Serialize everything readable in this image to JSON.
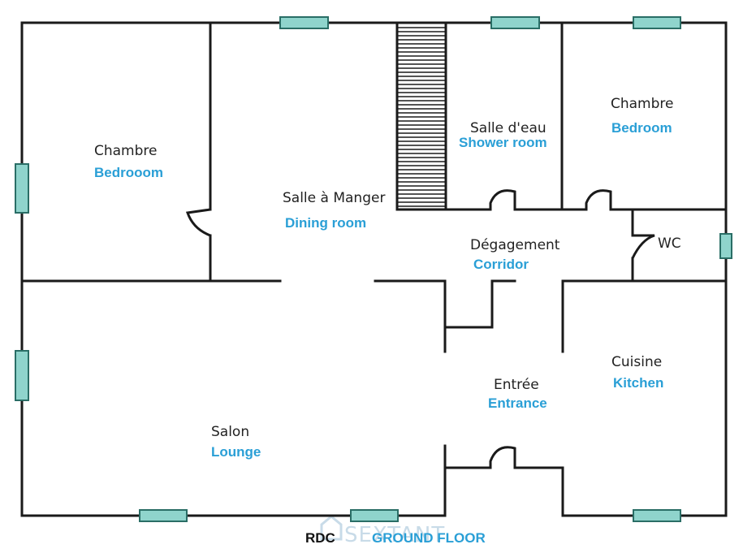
{
  "plan": {
    "colors": {
      "wall": "#1a1a1a",
      "window_fill": "#8fd4cc",
      "window_stroke": "#2a6e66",
      "english_label": "#2a9fd6",
      "watermark": "#c8dbe8"
    },
    "rooms": [
      {
        "id": "bedroom-left",
        "fr": "Chambre",
        "en": "Bedrooom"
      },
      {
        "id": "dining-room",
        "fr": "Salle à Manger",
        "en": "Dining room"
      },
      {
        "id": "shower-room",
        "fr": "Salle d'eau",
        "en": "Shower room"
      },
      {
        "id": "bedroom-right",
        "fr": "Chambre",
        "en": "Bedroom"
      },
      {
        "id": "corridor",
        "fr": "Dégagement",
        "en": "Corridor"
      },
      {
        "id": "wc",
        "fr": "WC",
        "en": ""
      },
      {
        "id": "kitchen",
        "fr": "Cuisine",
        "en": "Kitchen"
      },
      {
        "id": "entrance",
        "fr": "Entrée",
        "en": "Entrance"
      },
      {
        "id": "lounge",
        "fr": "Salon",
        "en": "Lounge"
      }
    ],
    "floor_label": {
      "fr": "RDC",
      "en": "GROUND FLOOR"
    },
    "watermark": "SEXTANT"
  }
}
